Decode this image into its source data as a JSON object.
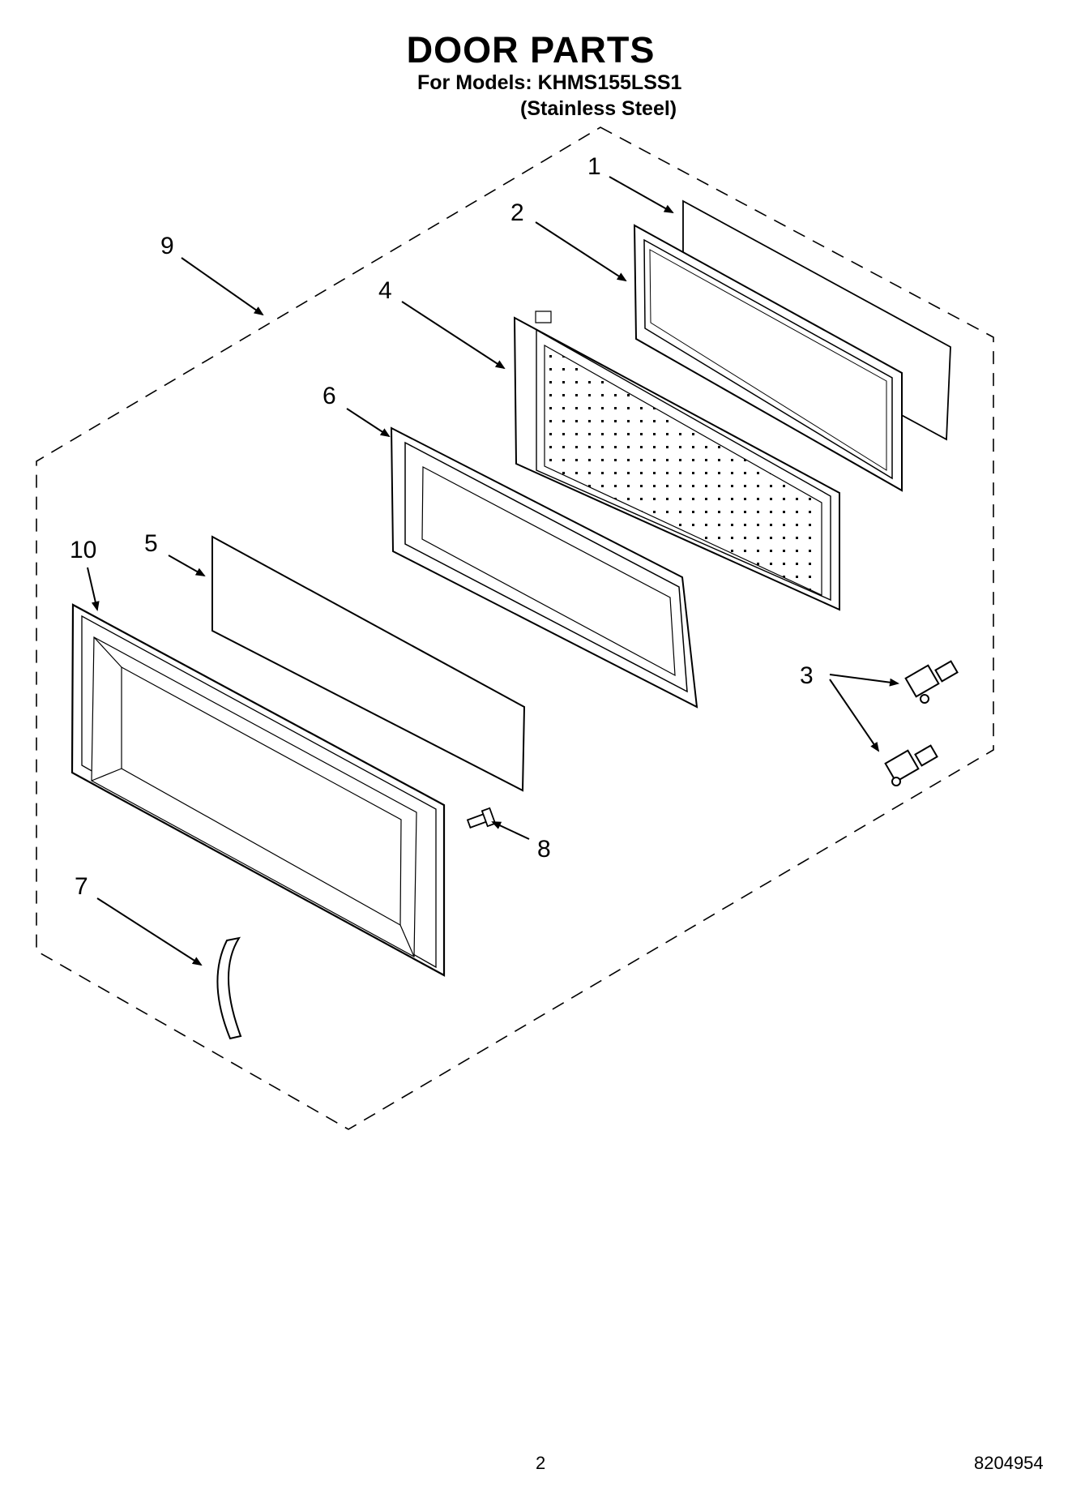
{
  "header": {
    "title": "DOOR PARTS",
    "models_line": "For Models: KHMS155LSS1",
    "variant": "(Stainless Steel)"
  },
  "callouts": [
    "1",
    "2",
    "3",
    "4",
    "5",
    "6",
    "7",
    "8",
    "9",
    "10"
  ],
  "footer": {
    "page_number": "2",
    "document_number": "8204954"
  }
}
